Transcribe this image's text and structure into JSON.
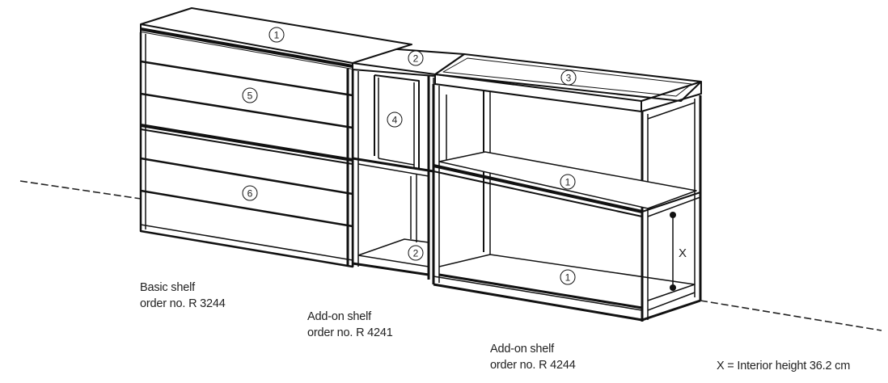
{
  "captions": {
    "basic_shelf": {
      "title": "Basic shelf",
      "order": "order no. R 3244"
    },
    "addon_shelf_1": {
      "title": "Add-on shelf",
      "order": "order no. R 4241"
    },
    "addon_shelf_2": {
      "title": "Add-on shelf",
      "order": "order no. R 4244"
    }
  },
  "dimension": {
    "symbol": "X",
    "note": "X = Interior height 36.2 cm"
  },
  "part_callouts": {
    "basic_top": "1",
    "addon1_top": "2",
    "addon2_top": "3",
    "addon1_upper_back": "4",
    "drawer_upper": "5",
    "drawer_lower": "6",
    "addon2_middle_shelf": "1",
    "addon1_lower_shelf": "2",
    "addon2_bottom_shelf": "1"
  }
}
